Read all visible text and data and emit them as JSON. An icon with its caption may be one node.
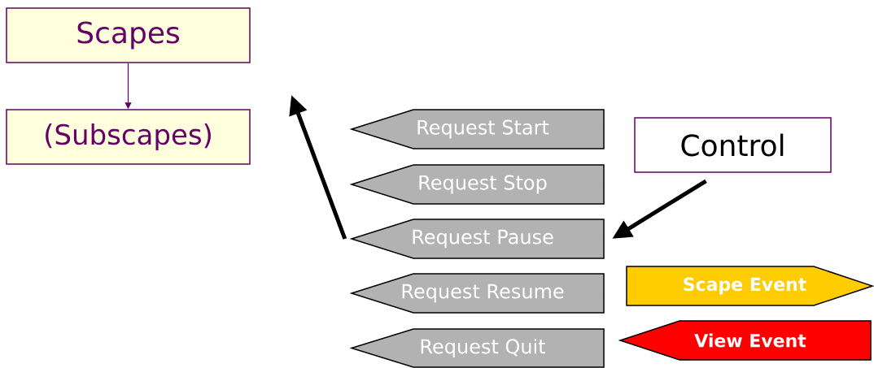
{
  "diagram": {
    "nodes": [
      {
        "text": [
          "Scapes"
        ]
      },
      {
        "text": [
          "(Subscapes)"
        ]
      },
      {
        "text": [
          "Control"
        ]
      },
      {
        "text": [
          "Request Start"
        ]
      },
      {
        "text": [
          "Request Stop"
        ]
      },
      {
        "text": [
          "Request Pause"
        ]
      },
      {
        "text": [
          "Request Resume"
        ]
      },
      {
        "text": [
          "Request Quit"
        ]
      },
      {
        "text": [
          "Scape Event"
        ]
      },
      {
        "text": [
          "View Event"
        ]
      }
    ],
    "edges": [
      {
        "from": 0,
        "to": 1,
        "arrow": "to",
        "color": "#660066"
      },
      {
        "from": 2,
        "to": 5,
        "arrow": "to"
      },
      {
        "from": 5,
        "to": null,
        "arrow": "to"
      }
    ]
  }
}
